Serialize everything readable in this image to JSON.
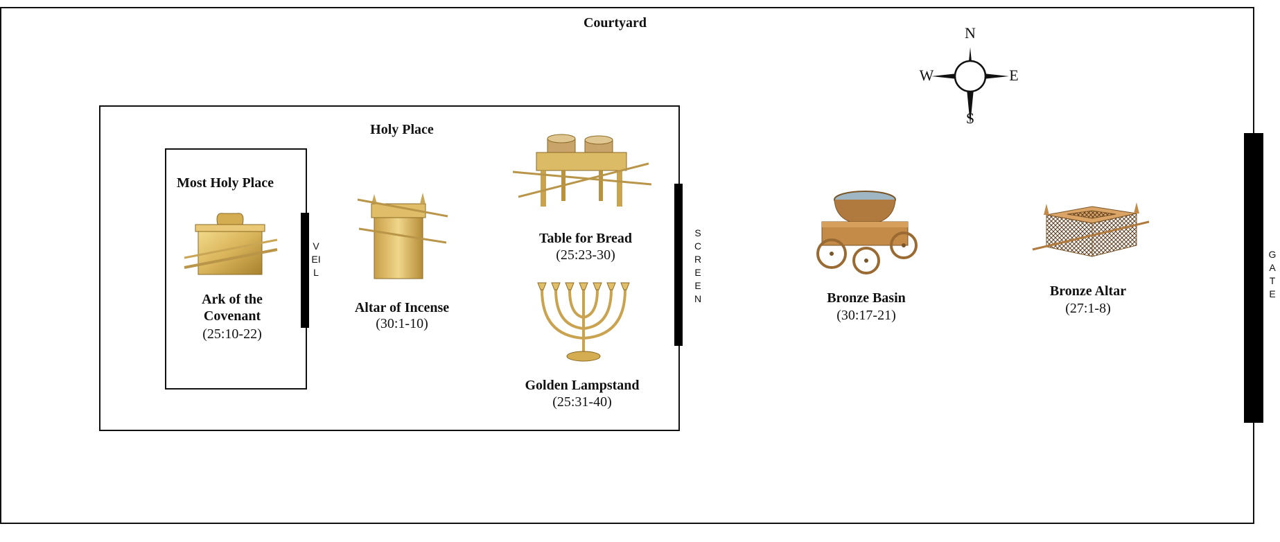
{
  "courtyard": {
    "title": "Courtyard"
  },
  "holy_place": {
    "title": "Holy Place"
  },
  "most_holy_place": {
    "title": "Most Holy Place"
  },
  "veil": {
    "letters": "VEIL"
  },
  "screen": {
    "letters": "SCREEN"
  },
  "gate": {
    "letters": "GATE"
  },
  "compass": {
    "north": "N",
    "south": "S",
    "east": "E",
    "west": "W"
  },
  "items": {
    "ark": {
      "name_line1": "Ark of the",
      "name_line2": "Covenant",
      "ref": "(25:10-22)",
      "icon": "ark-icon"
    },
    "altar_incense": {
      "name": "Altar of Incense",
      "ref": "(30:1-10)",
      "icon": "incense-altar-icon"
    },
    "table_bread": {
      "name": "Table for Bread",
      "ref": "(25:23-30)",
      "icon": "bread-table-icon"
    },
    "lampstand": {
      "name": "Golden Lampstand",
      "ref": "(25:31-40)",
      "icon": "lampstand-icon"
    },
    "bronze_basin": {
      "name": "Bronze Basin",
      "ref": "(30:17-21)",
      "icon": "basin-icon"
    },
    "bronze_altar": {
      "name": "Bronze Altar",
      "ref": "(27:1-8)",
      "icon": "bronze-altar-icon"
    }
  },
  "colors": {
    "gold": "#d9b45a",
    "gold_dark": "#a8812e",
    "bronze": "#b07a3e",
    "line": "#111111"
  }
}
